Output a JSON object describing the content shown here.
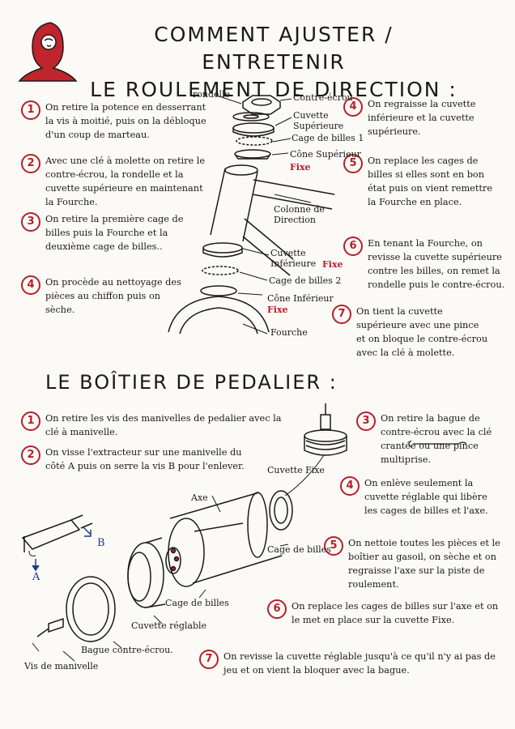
{
  "title_line1": "COMMENT AJUSTER / ENTRETENIR",
  "title_line2": "LE ROULEMENT DE DIRECTION :",
  "section2_title": "LE BOÎTIER DE PEDALIER :",
  "direction": {
    "steps_left": [
      {
        "n": "1",
        "text": "On retire la potence en desserrant la vis à moitié, puis on la débloque d'un coup de marteau."
      },
      {
        "n": "2",
        "text": "Avec une clé à molette on retire le contre-écrou, la rondelle et la cuvette supérieure en maintenant la Fourche."
      },
      {
        "n": "3",
        "text": "On retire la première cage de billes puis la Fourche et la deuxième cage de billes.."
      },
      {
        "n": "4",
        "text": "On procède au nettoyage des pièces au chiffon puis on sèche."
      }
    ],
    "steps_right": [
      {
        "n": "4",
        "text": "On regraisse la cuvette inférieure et la cuvette supérieure."
      },
      {
        "n": "5",
        "text": "On replace les cages de billes si elles sont en bon état puis on vient remettre la Fourche en place."
      },
      {
        "n": "6",
        "text": "En tenant la Fourche, on revisse la cuvette supérieure contre les billes, on remet la rondelle puis le contre-écrou."
      },
      {
        "n": "7",
        "text": "On tient la cuvette supérieure avec une pince et on bloque le contre-écrou avec la clé à molette."
      }
    ],
    "labels": {
      "rondelle": "rondelle",
      "contre_ecrou": "Contre-écrou",
      "cuvette_sup": "Cuvette Supérieure",
      "cage1": "Cage de billes 1",
      "cone_sup": "Cône Supérieur",
      "fixe": "Fixe",
      "colonne": "Colonne de Direction",
      "cuvette_inf": "Cuvette Inférieure",
      "cage2": "Cage de billes 2",
      "cone_inf": "Cône Inférieur",
      "fourche": "Fourche"
    }
  },
  "pedalier": {
    "steps_left": [
      {
        "n": "1",
        "text": "On retire les vis des manivelles de pedalier avec la clé à manivelle."
      },
      {
        "n": "2",
        "text": "On visse l'extracteur sur une manivelle du côté A puis on serre la vis B pour l'enlever."
      }
    ],
    "steps_right": [
      {
        "n": "3",
        "text": "On retire la bague de contre-écrou avec la clé crantée ou une pince multiprise."
      },
      {
        "n": "4",
        "text": "On enlève seulement la cuvette réglable qui libère les cages de billes et l'axe."
      },
      {
        "n": "5",
        "text": "On nettoie toutes les pièces et le boîtier au gasoil, on sèche et on regraisse l'axe sur la piste de roulement."
      },
      {
        "n": "6",
        "text": "On replace les cages de billes sur l'axe et on le met en place sur la cuvette Fixe."
      },
      {
        "n": "7",
        "text": "On revisse la cuvette réglable jusqu'à ce qu'il n'y ai pas de jeu et on vient la bloquer avec la bague."
      }
    ],
    "labels": {
      "cuvette_fixe": "Cuvette Fixe",
      "axe": "Axe",
      "cage": "Cage de billes",
      "cage2": "Cage de billes",
      "cuvette_reglable": "Cuvette réglable",
      "bague": "Bague contre-écrou.",
      "vis": "Vis de manivelle",
      "a": "A",
      "b": "B"
    }
  },
  "colors": {
    "accent": "#b3202a",
    "ink": "#1a1a1a",
    "blue": "#1e3a8a"
  }
}
